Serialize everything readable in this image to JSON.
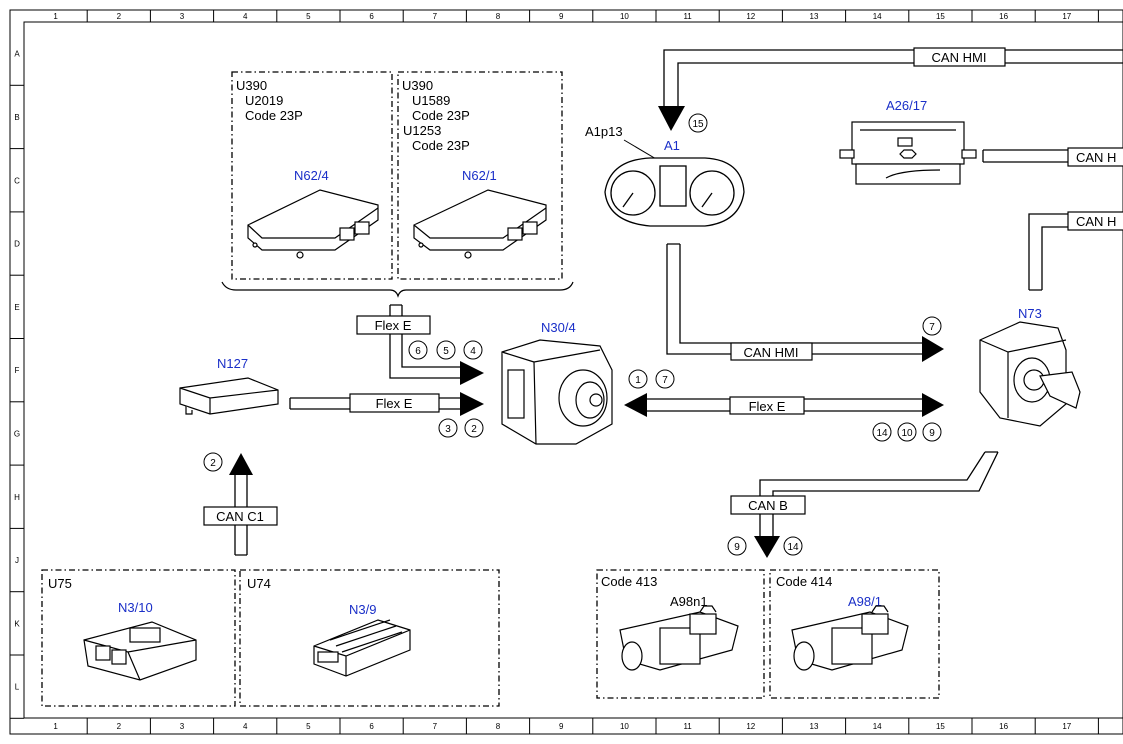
{
  "grid": {
    "columns": [
      "1",
      "2",
      "3",
      "4",
      "5",
      "6",
      "7",
      "8",
      "9",
      "10",
      "11",
      "12",
      "13",
      "14",
      "15",
      "16",
      "17"
    ],
    "rows": [
      "A",
      "B",
      "C",
      "D",
      "E",
      "F",
      "G",
      "H",
      "J",
      "K",
      "L"
    ]
  },
  "groups": {
    "u390_left": {
      "lines": [
        "U390",
        "U2019",
        "Code 23P"
      ],
      "component": "N62/4"
    },
    "u390_right": {
      "lines": [
        "U390",
        "U1589",
        "Code 23P",
        "U1253",
        "Code 23P"
      ],
      "component": "N62/1"
    },
    "u75": {
      "label": "U75",
      "component": "N3/10"
    },
    "u74": {
      "label": "U74",
      "component": "N3/9"
    },
    "code413": {
      "label": "Code 413",
      "component": "A98n1"
    },
    "code414": {
      "label": "Code 414",
      "component": "A98/1"
    }
  },
  "components": {
    "a26": "A26/17",
    "a1": "A1",
    "a1p13": "A1p13",
    "n127": "N127",
    "n30": "N30/4",
    "n73": "N73"
  },
  "buses": {
    "can_hmi_top": "CAN HMI",
    "can_hmi_mid": "CAN HMI",
    "can_h_right1": "CAN H",
    "can_h_right2": "CAN H",
    "flex_e_top": "Flex E",
    "flex_e_n127": "Flex E",
    "flex_e_n73": "Flex E",
    "can_b": "CAN B",
    "can_c1": "CAN C1"
  },
  "markers": {
    "m15": "15",
    "m6": "6",
    "m5": "5",
    "m4": "4",
    "m3": "3",
    "m2a": "2",
    "m1": "1",
    "m7a": "7",
    "m14a": "14",
    "m10": "10",
    "m9a": "9",
    "m7b": "7",
    "m2b": "2",
    "m9b": "9",
    "m14b": "14"
  }
}
